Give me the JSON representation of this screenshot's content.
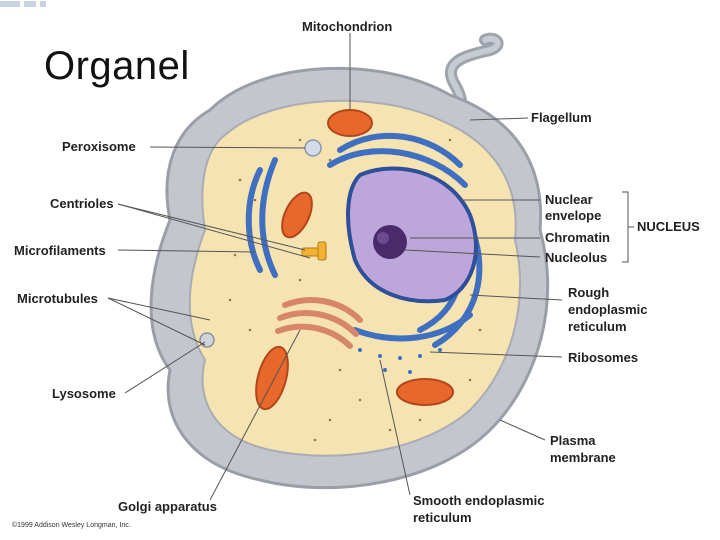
{
  "slide": {
    "title": "Organel"
  },
  "diagram": {
    "labels": {
      "mitochondrion": "Mitochondrion",
      "flagellum": "Flagellum",
      "peroxisome": "Peroxisome",
      "centrioles": "Centrioles",
      "microfilaments": "Microfilaments",
      "microtubules": "Microtubules",
      "lysosome": "Lysosome",
      "golgi": "Golgi apparatus",
      "nuclear_envelope_1": "Nuclear",
      "nuclear_envelope_2": "envelope",
      "chromatin": "Chromatin",
      "nucleolus": "Nucleolus",
      "nucleus_group": "NUCLEUS",
      "rough_er_1": "Rough",
      "rough_er_2": "endoplasmic",
      "rough_er_3": "reticulum",
      "ribosomes": "Ribosomes",
      "plasma_1": "Plasma",
      "plasma_2": "membrane",
      "smooth_er_1": "Smooth endoplasmic",
      "smooth_er_2": "reticulum"
    },
    "copyright": "©1999 Addison Wesley Longman, Inc."
  },
  "colors": {
    "cell_membrane": "#b9bcc4",
    "cytoplasm": "#f6e3b2",
    "nucleus": "#b9a3d6",
    "nucleolus": "#4a2a6a",
    "er": "#3f6fc0",
    "mitochondria": "#e8672a",
    "golgi": "#d8866a",
    "leader": "#555555"
  }
}
